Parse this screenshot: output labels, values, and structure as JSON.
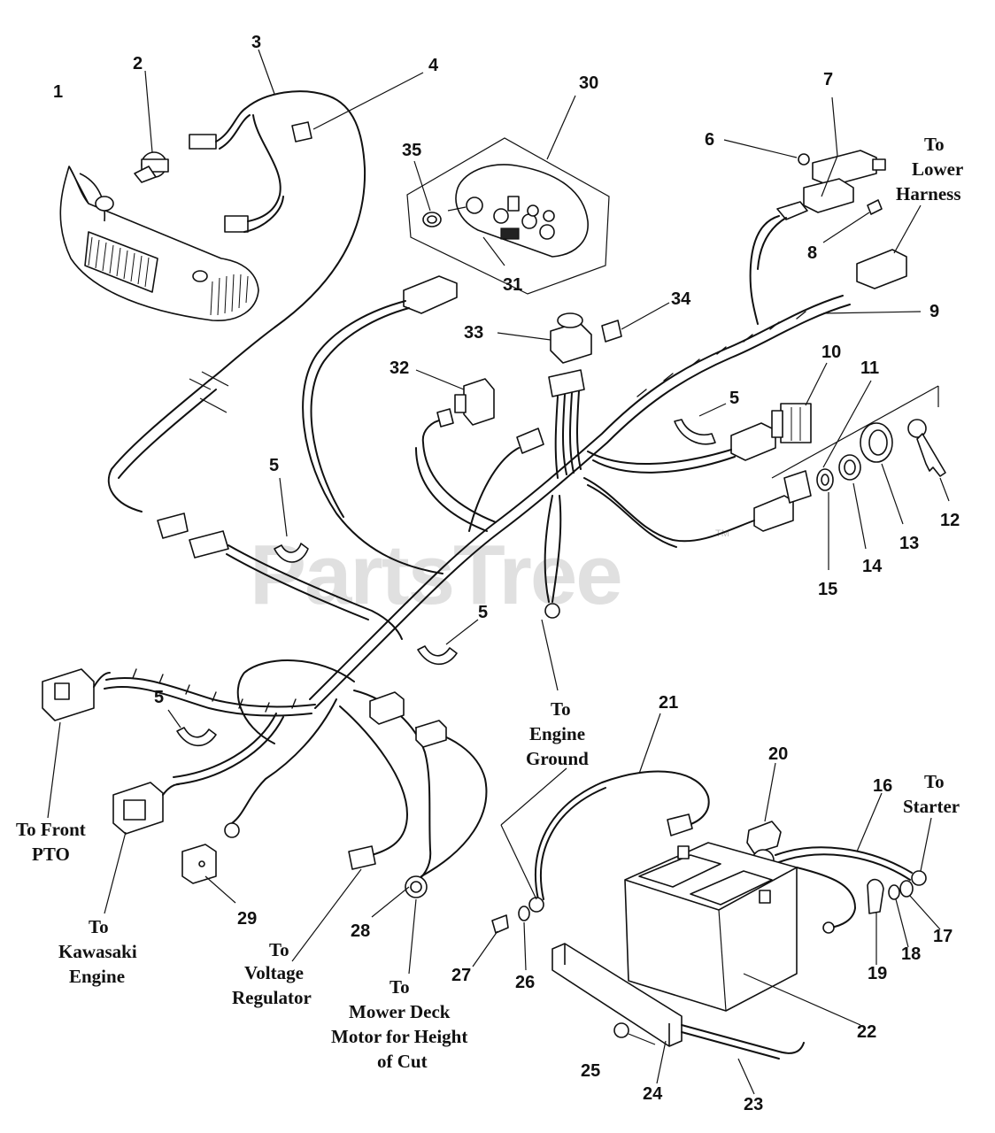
{
  "watermark": {
    "text": "PartsTree",
    "trademark": "TM"
  },
  "callouts": {
    "c1": "1",
    "c2": "2",
    "c3": "3",
    "c4": "4",
    "c5a": "5",
    "c5b": "5",
    "c5c": "5",
    "c5d": "5",
    "c6": "6",
    "c7": "7",
    "c8": "8",
    "c9": "9",
    "c10": "10",
    "c11": "11",
    "c12": "12",
    "c13": "13",
    "c14": "14",
    "c15": "15",
    "c16": "16",
    "c17": "17",
    "c18": "18",
    "c19": "19",
    "c20": "20",
    "c21": "21",
    "c22": "22",
    "c23": "23",
    "c24": "24",
    "c25": "25",
    "c26": "26",
    "c27": "27",
    "c28": "28",
    "c29": "29",
    "c30": "30",
    "c31": "31",
    "c32": "32",
    "c33": "33",
    "c34": "34",
    "c35": "35"
  },
  "notes": {
    "lower_harness": [
      "To",
      "Lower",
      "Harness"
    ],
    "engine_ground": [
      "To",
      "Engine",
      "Ground"
    ],
    "starter": [
      "To",
      "Starter"
    ],
    "front_pto": [
      "To Front",
      "PTO"
    ],
    "kawasaki": [
      "To",
      "Kawasaki",
      "Engine"
    ],
    "voltage_regulator": [
      "To",
      "Voltage",
      "Regulator"
    ],
    "mower_deck": [
      "To",
      "Mower Deck",
      "Motor for Height",
      "of Cut"
    ]
  }
}
